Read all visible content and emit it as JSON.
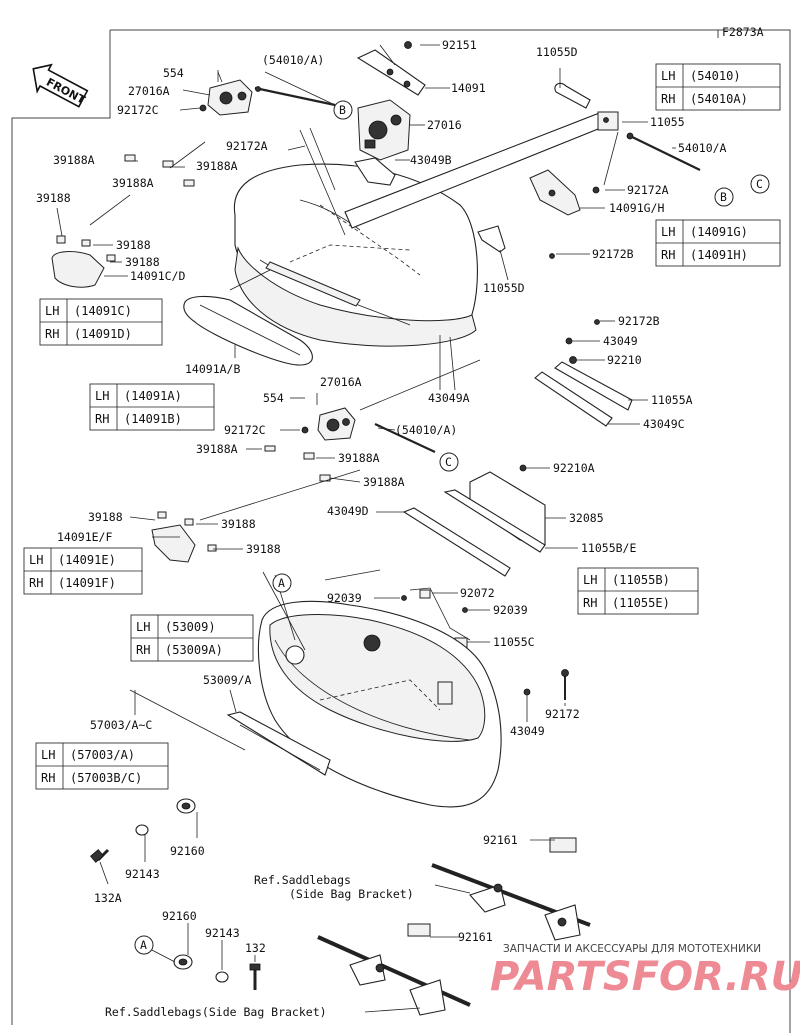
{
  "figure_code": "F2873A",
  "front_label": "FRONT",
  "callouts": {
    "A": "A",
    "B": "B",
    "C": "C"
  },
  "part_labels": {
    "p554_top": "554",
    "p54010A_top": "(54010/A)",
    "p92151": "92151",
    "p11055D_top": "11055D",
    "p27016A_top": "27016A",
    "p92172C_top": "92172C",
    "p14091": "14091",
    "p27016": "27016",
    "p11055": "11055",
    "p92172A_left": "92172A",
    "p54010A_right": "54010/A",
    "p39188A_1": "39188A",
    "p39188A_2": "39188A",
    "p43049B": "43049B",
    "p39188A_3": "39188A",
    "p92172A_right": "92172A",
    "p39188_left": "39188",
    "p14091GH": "14091G/H",
    "p39188_2": "39188",
    "p39188_3": "39188",
    "p14091CD": "14091C/D",
    "p92172B_1": "92172B",
    "p11055D_mid": "11055D",
    "p92172B_2": "92172B",
    "p43049_1": "43049",
    "p92210": "92210",
    "p14091AB": "14091A/B",
    "p11055A": "11055A",
    "p27016A_mid": "27016A",
    "p43049A": "43049A",
    "p554_mid": "554",
    "p43049C": "43049C",
    "p92172C_mid": "92172C",
    "p54010A_mid": "(54010/A)",
    "p39188A_4": "39188A",
    "p39188A_5": "39188A",
    "p39188A_6": "39188A",
    "p92210A": "92210A",
    "p43049D": "43049D",
    "p32085": "32085",
    "p39188_4": "39188",
    "p39188_5": "39188",
    "p14091EF": "14091E/F",
    "p11055BE": "11055B/E",
    "p39188_6": "39188",
    "p92039_left": "92039",
    "p92072": "92072",
    "p92039_right": "92039",
    "p11055C": "11055C",
    "p53009A": "53009/A",
    "p92172": "92172",
    "p43049_2": "43049",
    "p57003AC": "57003/A~C",
    "p92160_1": "92160",
    "p92143_1": "92143",
    "p132A": "132A",
    "p92161_1": "92161",
    "p92161_2": "92161",
    "p92160_2": "92160",
    "p92143_2": "92143",
    "p132": "132"
  },
  "ref_labels": {
    "ref1_line1": "Ref.Saddlebags",
    "ref1_line2": "(Side Bag Bracket)",
    "ref2": "Ref.Saddlebags(Side Bag Bracket)"
  },
  "tables": {
    "t54010": {
      "lh_key": "LH",
      "lh_val": "(54010)",
      "rh_key": "RH",
      "rh_val": "(54010A)"
    },
    "t14091G": {
      "lh_key": "LH",
      "lh_val": "(14091G)",
      "rh_key": "RH",
      "rh_val": "(14091H)"
    },
    "t14091C": {
      "lh_key": "LH",
      "lh_val": "(14091C)",
      "rh_key": "RH",
      "rh_val": "(14091D)"
    },
    "t14091A": {
      "lh_key": "LH",
      "lh_val": "(14091A)",
      "rh_key": "RH",
      "rh_val": "(14091B)"
    },
    "t14091E": {
      "lh_key": "LH",
      "lh_val": "(14091E)",
      "rh_key": "RH",
      "rh_val": "(14091F)"
    },
    "t11055B": {
      "lh_key": "LH",
      "lh_val": "(11055B)",
      "rh_key": "RH",
      "rh_val": "(11055E)"
    },
    "t53009": {
      "lh_key": "LH",
      "lh_val": "(53009)",
      "rh_key": "RH",
      "rh_val": "(53009A)"
    },
    "t57003": {
      "lh_key": "LH",
      "lh_val": "(57003/A)",
      "rh_key": "RH",
      "rh_val": "(57003B/C)"
    }
  },
  "watermark": {
    "line1": "ЗАПЧАСТИ И АКСЕССУАРЫ ДЛЯ МОТОТЕХНИКИ",
    "line2": "PARTSFOR.RU"
  }
}
